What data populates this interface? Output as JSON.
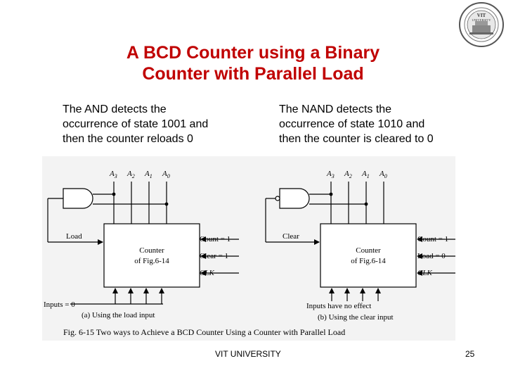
{
  "slide": {
    "title_line1": "A BCD Counter using a Binary",
    "title_line2": "Counter with Parallel Load",
    "desc_left": [
      "The AND detects the",
      "occurrence of state 1001 and",
      "then the counter reloads 0"
    ],
    "desc_right": [
      "The NAND detects the",
      "occurrence of state 1010 and",
      "then the counter is cleared to 0"
    ],
    "footer_university": "VIT UNIVERSITY",
    "page_number": "25"
  },
  "logo": {
    "top_text": "VIT",
    "bottom_text": "UNIVERSITY",
    "icon": "university-seal-icon"
  },
  "figure": {
    "left": {
      "outputs": [
        "A",
        "A",
        "A",
        "A"
      ],
      "subscripts": [
        "3",
        "2",
        "1",
        "0"
      ],
      "gate_input_label": "Load",
      "box_line1": "Counter",
      "box_line2": "of Fig.6-14",
      "control_inputs": [
        "Count = 1",
        "Clear = 1",
        "CLK"
      ],
      "inputs_label": "Inputs = 0",
      "caption": "(a) Using the load input"
    },
    "right": {
      "outputs": [
        "A",
        "A",
        "A",
        "A"
      ],
      "subscripts": [
        "3",
        "2",
        "1",
        "0"
      ],
      "gate_input_label": "Clear",
      "box_line1": "Counter",
      "box_line2": "of Fig.6-14",
      "control_inputs": [
        "Count = 1",
        "Load = 0",
        "CLK"
      ],
      "inputs_label": "Inputs have no effect",
      "caption": "(b) Using the clear input"
    },
    "caption": "Fig. 6-15 Two ways to Achieve a BCD Counter Using a Counter with Parallel Load"
  }
}
